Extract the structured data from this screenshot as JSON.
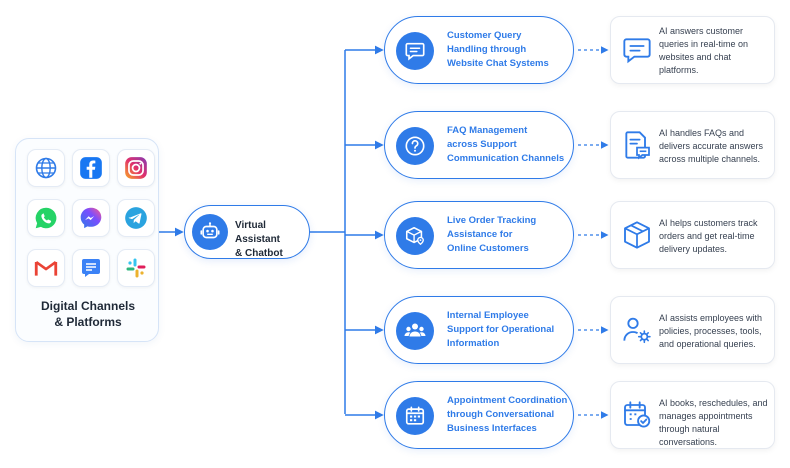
{
  "colors": {
    "accent": "#2f7be8",
    "text": "#1f2937",
    "border": "#d6e4f7"
  },
  "channels": {
    "label_line1": "Digital Channels",
    "label_line2": "& Platforms",
    "icons": [
      {
        "name": "globe-icon",
        "color": "#2f7be8"
      },
      {
        "name": "facebook-icon",
        "color": "#1877f2"
      },
      {
        "name": "instagram-icon",
        "color": "#e1306c"
      },
      {
        "name": "whatsapp-icon",
        "color": "#25d366"
      },
      {
        "name": "messenger-icon",
        "color": "#7b4dff"
      },
      {
        "name": "telegram-icon",
        "color": "#2aa3df"
      },
      {
        "name": "gmail-icon",
        "color": "#ea4335"
      },
      {
        "name": "google-chat-icon",
        "color": "#3b82f6"
      },
      {
        "name": "slack-icon",
        "color": "#e01e5a"
      }
    ]
  },
  "assistant": {
    "label_line1": "Virtual Assistant",
    "label_line2": "& Chatbot",
    "icon": "robot-icon"
  },
  "use_cases": [
    {
      "icon": "chat-bubble-icon",
      "lines": [
        "Customer Query",
        "Handling through",
        "Website Chat Systems"
      ],
      "desc_icon": "chat-bubble-outline-icon",
      "desc": [
        "AI answers customer",
        "queries in real-time on",
        "websites and chat",
        "platforms."
      ]
    },
    {
      "icon": "question-icon",
      "lines": [
        "FAQ Management",
        "across Support",
        "Communication Channels"
      ],
      "desc_icon": "document-chat-icon",
      "desc": [
        "AI handles FAQs and",
        "delivers accurate answers",
        "across multiple channels."
      ]
    },
    {
      "icon": "package-location-icon",
      "lines": [
        "Live Order Tracking",
        "Assistance for",
        "Online Customers"
      ],
      "desc_icon": "box-icon",
      "desc": [
        "AI helps customers track",
        "orders and get real-time",
        "delivery updates."
      ]
    },
    {
      "icon": "team-icon",
      "lines": [
        "Internal Employee",
        "Support for Operational",
        "Information"
      ],
      "desc_icon": "user-gear-icon",
      "desc": [
        "AI assists employees with",
        "policies, processes, tools,",
        "and operational queries."
      ]
    },
    {
      "icon": "calendar-icon",
      "lines": [
        "Appointment Coordination",
        "through Conversational",
        "Business Interfaces"
      ],
      "desc_icon": "calendar-check-icon",
      "desc": [
        "AI books, reschedules, and",
        "manages appointments",
        "through natural conversations."
      ]
    }
  ]
}
